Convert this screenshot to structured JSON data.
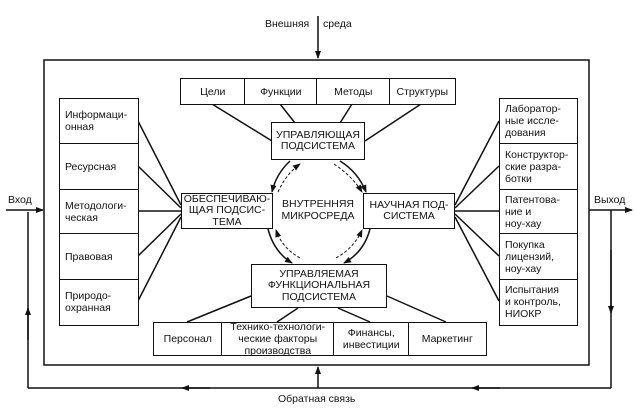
{
  "environment_label_left": "Внешняя",
  "environment_label_right": "среда",
  "input_label": "Вход",
  "output_label": "Выход",
  "feedback_label": "Обратная связь",
  "inner_environment": [
    "ВНУТРЕННЯЯ",
    "МИКРОСРЕДА"
  ],
  "managing_subsystem": [
    "УПРАВЛЯЮЩАЯ",
    "ПОДСИСТЕМА"
  ],
  "supporting_subsystem": [
    "ОБЕСПЕЧИВАЮ-",
    "ЩАЯ ПОДСИС-",
    "ТЕМА"
  ],
  "scientific_subsystem": [
    "НАУЧНАЯ ПОД-",
    "СИСТЕМА"
  ],
  "managed_subsystem": [
    "УПРАВЛЯЕМАЯ",
    "ФУНКЦИОНАЛЬНАЯ",
    "ПОДСИСТЕМА"
  ],
  "top_boxes": [
    [
      "Цели"
    ],
    [
      "Функции"
    ],
    [
      "Методы"
    ],
    [
      "Структуры"
    ]
  ],
  "bottom_boxes": [
    [
      "Персонал"
    ],
    [
      "Технико-технологи-",
      "ческие факторы",
      "производства"
    ],
    [
      "Финансы,",
      "инвестиции"
    ],
    [
      "Маркетинг"
    ]
  ],
  "left_boxes": [
    [
      "Информаци-",
      "онная"
    ],
    [
      "Ресурсная"
    ],
    [
      "Методологи-",
      "ческая"
    ],
    [
      "Правовая"
    ],
    [
      "Природо-",
      "охранная"
    ]
  ],
  "right_boxes": [
    [
      "Лаборатор-",
      "ные иссле-",
      "дования"
    ],
    [
      "Конструктор-",
      "ские разра-",
      "ботки"
    ],
    [
      "Патентова-",
      "ние и",
      "ноу-хау"
    ],
    [
      "Покупка",
      "лицензий,",
      "ноу-хау"
    ],
    [
      "Испытания",
      "и контроль,",
      "НИОКР"
    ]
  ]
}
